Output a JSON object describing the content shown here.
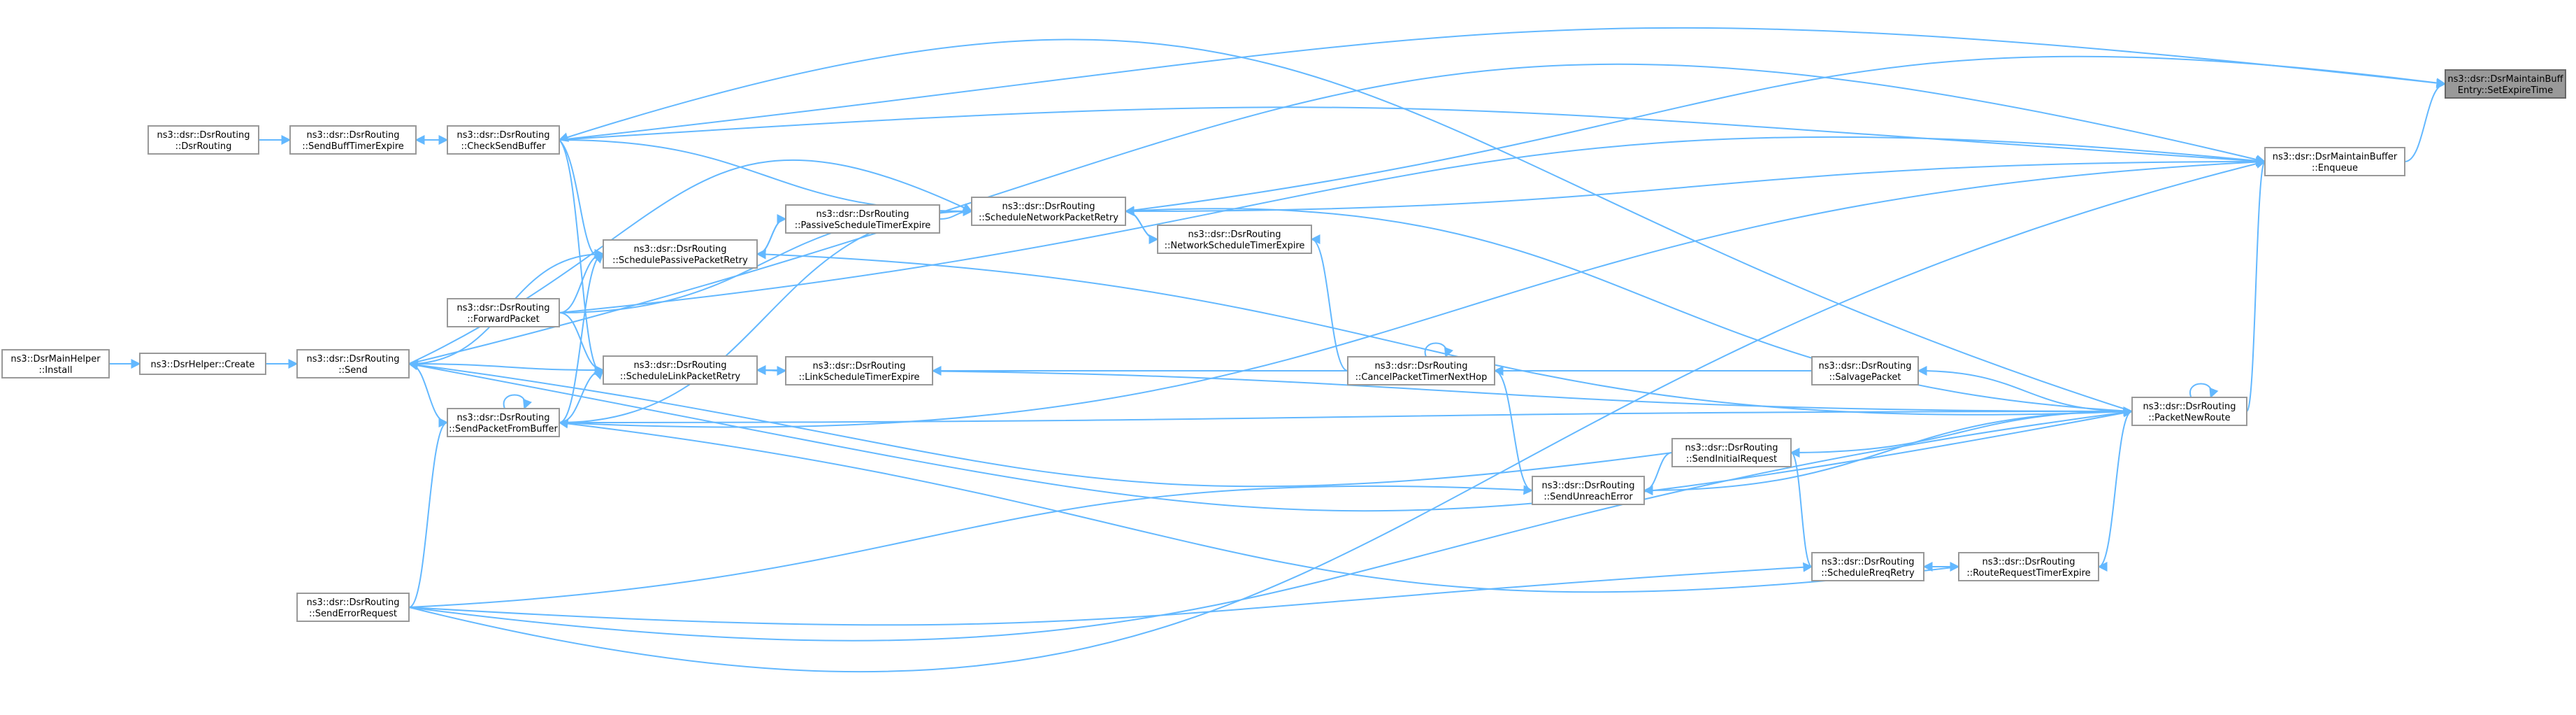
{
  "graph": {
    "type": "caller-graph",
    "edge_color": "#63b8ff",
    "node_border_color": "#999999",
    "target_fill_color": "#999999",
    "nodes": {
      "target": {
        "line1": "ns3::dsr::DsrMaintainBuff",
        "line2": "Entry::SetExpireTime"
      },
      "enqueue": {
        "line1": "ns3::dsr::DsrMaintainBuffer",
        "line2": "::Enqueue"
      },
      "packetNewRoute": {
        "line1": "ns3::dsr::DsrRouting",
        "line2": "::PacketNewRoute"
      },
      "scheduleNetworkPacketRetry": {
        "line1": "ns3::dsr::DsrRouting",
        "line2": "::ScheduleNetworkPacketRetry"
      },
      "checkSendBuffer": {
        "line1": "ns3::dsr::DsrRouting",
        "line2": "::CheckSendBuffer"
      },
      "sendBuffTimerExpire": {
        "line1": "ns3::dsr::DsrRouting",
        "line2": "::SendBuffTimerExpire"
      },
      "dsrRoutingCtor": {
        "line1": "ns3::dsr::DsrRouting",
        "line2": "::DsrRouting"
      },
      "passiveScheduleTimerExpire": {
        "line1": "ns3::dsr::DsrRouting",
        "line2": "::PassiveScheduleTimerExpire"
      },
      "schedulePassivePacketRetry": {
        "line1": "ns3::dsr::DsrRouting",
        "line2": "::SchedulePassivePacketRetry"
      },
      "networkScheduleTimerExpire": {
        "line1": "ns3::dsr::DsrRouting",
        "line2": "::NetworkScheduleTimerExpire"
      },
      "forwardPacket": {
        "line1": "ns3::dsr::DsrRouting",
        "line2": "::ForwardPacket"
      },
      "send": {
        "line1": "ns3::dsr::DsrRouting",
        "line2": "::Send"
      },
      "dsrHelperCreate": {
        "line1": "ns3::DsrHelper::Create",
        "line2": ""
      },
      "mainHelperInstall": {
        "line1": "ns3::DsrMainHelper",
        "line2": "::Install"
      },
      "scheduleLinkPacketRetry": {
        "line1": "ns3::dsr::DsrRouting",
        "line2": "::ScheduleLinkPacketRetry"
      },
      "linkScheduleTimerExpire": {
        "line1": "ns3::dsr::DsrRouting",
        "line2": "::LinkScheduleTimerExpire"
      },
      "cancelPacketTimerNextHop": {
        "line1": "ns3::dsr::DsrRouting",
        "line2": "::CancelPacketTimerNextHop"
      },
      "salvagePacket": {
        "line1": "ns3::dsr::DsrRouting",
        "line2": "::SalvagePacket"
      },
      "sendPacketFromBuffer": {
        "line1": "ns3::dsr::DsrRouting",
        "line2": "::SendPacketFromBuffer"
      },
      "sendInitialRequest": {
        "line1": "ns3::dsr::DsrRouting",
        "line2": "::SendInitialRequest"
      },
      "sendUnreachError": {
        "line1": "ns3::dsr::DsrRouting",
        "line2": "::SendUnreachError"
      },
      "scheduleRreqRetry": {
        "line1": "ns3::dsr::DsrRouting",
        "line2": "::ScheduleRreqRetry"
      },
      "routeRequestTimerExpire": {
        "line1": "ns3::dsr::DsrRouting",
        "line2": "::RouteRequestTimerExpire"
      },
      "sendErrorRequest": {
        "line1": "ns3::dsr::DsrRouting",
        "line2": "::SendErrorRequest"
      }
    },
    "edges": [
      [
        "enqueue",
        "target"
      ],
      [
        "packetNewRoute",
        "enqueue"
      ],
      [
        "scheduleNetworkPacketRetry",
        "enqueue"
      ],
      [
        "checkSendBuffer",
        "enqueue"
      ],
      [
        "send",
        "enqueue"
      ],
      [
        "forwardPacket",
        "enqueue"
      ],
      [
        "sendPacketFromBuffer",
        "enqueue"
      ],
      [
        "sendErrorRequest",
        "enqueue"
      ],
      [
        "checkSendBuffer",
        "target"
      ],
      [
        "scheduleNetworkPacketRetry",
        "target"
      ],
      [
        "sendBuffTimerExpire",
        "checkSendBuffer"
      ],
      [
        "checkSendBuffer",
        "sendBuffTimerExpire"
      ],
      [
        "dsrRoutingCtor",
        "sendBuffTimerExpire"
      ],
      [
        "packetNewRoute",
        "checkSendBuffer"
      ],
      [
        "checkSendBuffer",
        "scheduleNetworkPacketRetry"
      ],
      [
        "checkSendBuffer",
        "schedulePassivePacketRetry"
      ],
      [
        "checkSendBuffer",
        "scheduleLinkPacketRetry"
      ],
      [
        "passiveScheduleTimerExpire",
        "scheduleNetworkPacketRetry"
      ],
      [
        "schedulePassivePacketRetry",
        "passiveScheduleTimerExpire"
      ],
      [
        "passiveScheduleTimerExpire",
        "schedulePassivePacketRetry"
      ],
      [
        "networkScheduleTimerExpire",
        "scheduleNetworkPacketRetry"
      ],
      [
        "scheduleNetworkPacketRetry",
        "networkScheduleTimerExpire"
      ],
      [
        "cancelPacketTimerNextHop",
        "networkScheduleTimerExpire"
      ],
      [
        "send",
        "scheduleNetworkPacketRetry"
      ],
      [
        "forwardPacket",
        "scheduleNetworkPacketRetry"
      ],
      [
        "sendPacketFromBuffer",
        "scheduleNetworkPacketRetry"
      ],
      [
        "packetNewRoute",
        "scheduleNetworkPacketRetry"
      ],
      [
        "send",
        "schedulePassivePacketRetry"
      ],
      [
        "forwardPacket",
        "schedulePassivePacketRetry"
      ],
      [
        "sendPacketFromBuffer",
        "schedulePassivePacketRetry"
      ],
      [
        "packetNewRoute",
        "schedulePassivePacketRetry"
      ],
      [
        "send",
        "scheduleLinkPacketRetry"
      ],
      [
        "forwardPacket",
        "scheduleLinkPacketRetry"
      ],
      [
        "sendPacketFromBuffer",
        "scheduleLinkPacketRetry"
      ],
      [
        "linkScheduleTimerExpire",
        "scheduleLinkPacketRetry"
      ],
      [
        "scheduleLinkPacketRetry",
        "linkScheduleTimerExpire"
      ],
      [
        "cancelPacketTimerNextHop",
        "linkScheduleTimerExpire"
      ],
      [
        "packetNewRoute",
        "scheduleLinkPacketRetry"
      ],
      [
        "dsrHelperCreate",
        "send"
      ],
      [
        "mainHelperInstall",
        "dsrHelperCreate"
      ],
      [
        "sendPacketFromBuffer",
        "send"
      ],
      [
        "sendPacketFromBuffer",
        "sendPacketFromBuffer"
      ],
      [
        "sendErrorRequest",
        "sendPacketFromBuffer"
      ],
      [
        "routeRequestTimerExpire",
        "sendPacketFromBuffer"
      ],
      [
        "packetNewRoute",
        "send"
      ],
      [
        "sendInitialRequest",
        "send"
      ],
      [
        "salvagePacket",
        "cancelPacketTimerNextHop"
      ],
      [
        "cancelPacketTimerNextHop",
        "cancelPacketTimerNextHop"
      ],
      [
        "sendUnreachError",
        "cancelPacketTimerNextHop"
      ],
      [
        "packetNewRoute",
        "salvagePacket"
      ],
      [
        "packetNewRoute",
        "packetNewRoute"
      ],
      [
        "packetNewRoute",
        "sendInitialRequest"
      ],
      [
        "sendInitialRequest",
        "sendUnreachError"
      ],
      [
        "packetNewRoute",
        "sendUnreachError"
      ],
      [
        "scheduleRreqRetry",
        "sendInitialRequest"
      ],
      [
        "sendErrorRequest",
        "sendUnreachError"
      ],
      [
        "routeRequestTimerExpire",
        "scheduleRreqRetry"
      ],
      [
        "scheduleRreqRetry",
        "routeRequestTimerExpire"
      ],
      [
        "packetNewRoute",
        "routeRequestTimerExpire"
      ],
      [
        "sendErrorRequest",
        "scheduleRreqRetry"
      ],
      [
        "sendErrorRequest",
        "packetNewRoute"
      ],
      [
        "sendPacketFromBuffer",
        "packetNewRoute"
      ]
    ]
  }
}
